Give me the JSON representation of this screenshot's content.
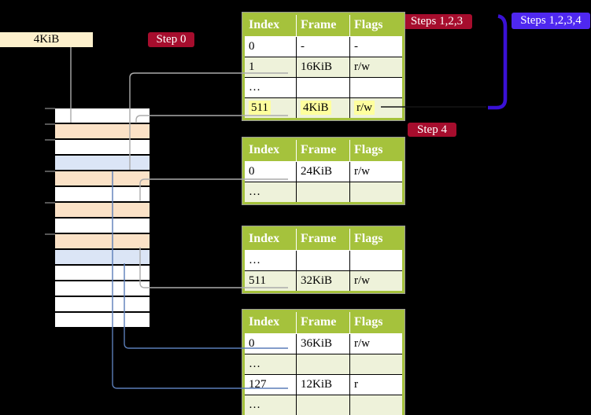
{
  "title_box": {
    "label": "4KiB"
  },
  "badges": {
    "step0": {
      "label": "Step 0"
    },
    "steps123": {
      "label": "Steps 1,2,3"
    },
    "steps1234": {
      "label": "Steps 1,2,3,4"
    },
    "step4": {
      "label": "Step 4"
    }
  },
  "page_tables": [
    {
      "headers": [
        "Index",
        "Frame",
        "Flags"
      ],
      "rows": [
        {
          "cells": [
            "0",
            "-",
            "-"
          ],
          "highlight": false
        },
        {
          "cells": [
            "1",
            "16KiB",
            "r/w"
          ],
          "highlight": false
        },
        {
          "cells": [
            "…",
            "",
            ""
          ],
          "highlight": false
        },
        {
          "cells": [
            "511",
            "4KiB",
            "r/w"
          ],
          "highlight": true
        }
      ]
    },
    {
      "headers": [
        "Index",
        "Frame",
        "Flags"
      ],
      "rows": [
        {
          "cells": [
            "0",
            "24KiB",
            "r/w"
          ],
          "highlight": false
        },
        {
          "cells": [
            "…",
            "",
            ""
          ],
          "highlight": false
        }
      ]
    },
    {
      "headers": [
        "Index",
        "Frame",
        "Flags"
      ],
      "rows": [
        {
          "cells": [
            "…",
            "",
            ""
          ],
          "highlight": false
        },
        {
          "cells": [
            "511",
            "32KiB",
            "r/w"
          ],
          "highlight": false
        }
      ]
    },
    {
      "headers": [
        "Index",
        "Frame",
        "Flags"
      ],
      "rows": [
        {
          "cells": [
            "0",
            "36KiB",
            "r/w"
          ],
          "highlight": false
        },
        {
          "cells": [
            "…",
            "",
            ""
          ],
          "highlight": false
        },
        {
          "cells": [
            "127",
            "12KiB",
            "r"
          ],
          "highlight": false
        },
        {
          "cells": [
            "…",
            "",
            ""
          ],
          "highlight": false
        }
      ]
    }
  ],
  "memory_stack": {
    "rows": [
      {
        "fill": "white"
      },
      {
        "fill": "peach"
      },
      {
        "fill": "white"
      },
      {
        "fill": "blue"
      },
      {
        "fill": "peach"
      },
      {
        "fill": "white"
      },
      {
        "fill": "peach"
      },
      {
        "fill": "white"
      },
      {
        "fill": "peach"
      },
      {
        "fill": "blue"
      },
      {
        "fill": "white"
      },
      {
        "fill": "white"
      },
      {
        "fill": "white"
      },
      {
        "fill": "white"
      }
    ]
  },
  "colors": {
    "header_green": "#a5c23c",
    "row_green": "#eef2da",
    "row_white": "#ffffff",
    "frame_peach": "#fbe2c7",
    "frame_blue": "#dbe5f6",
    "highlight_yellow": "#feff9e",
    "badge_crimson": "#a60d2d",
    "badge_indigo": "#4f28f0",
    "arrow_blue_thick": "#3a11d6",
    "connector_gray": "#ababab",
    "connector_blue": "#5b7db8",
    "box_beige": "#fdf0cc"
  }
}
